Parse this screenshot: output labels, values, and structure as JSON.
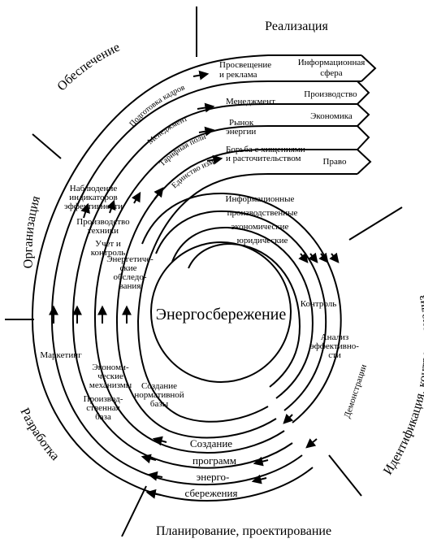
{
  "center_label": "Энергосбережение",
  "sectors": {
    "top": "Реализация",
    "top_left": "Обеспечение",
    "left": "Организация",
    "bottom_left": "Разработка",
    "bottom": "Планирование, проектирование",
    "right": "Идентификация, контроль, анализ"
  },
  "arrow_targets": [
    "Информационная сфера",
    "Производство",
    "Экономика",
    "Право"
  ],
  "arrow_descriptions": [
    "Просвещение и реклама",
    "Менеджмент",
    "Рынок энергии",
    "Борьба с хищениями и расточительством"
  ],
  "ring_labels_upper": [
    "Подготовка кадров",
    "Менеджмент",
    "Тарифная политика",
    "Единство измерений"
  ],
  "left_labels": [
    "Наблюдение индикаторов эффективности",
    "Производство техники",
    "Учет и контроль",
    "Энергетические обследования"
  ],
  "inner_ring_labels": [
    "Информационные",
    "производственные",
    "экономические",
    "юридические"
  ],
  "right_labels": [
    "Контроль",
    "Анализ эффективности",
    "Демонстрации"
  ],
  "bottom_left_labels": [
    "Маркетинг",
    "Экономические механизмы",
    "Производственная база",
    "Создание нормативной базы"
  ],
  "bottom_labels": [
    "Создание",
    "программ",
    "энерго-",
    "сбережения"
  ]
}
